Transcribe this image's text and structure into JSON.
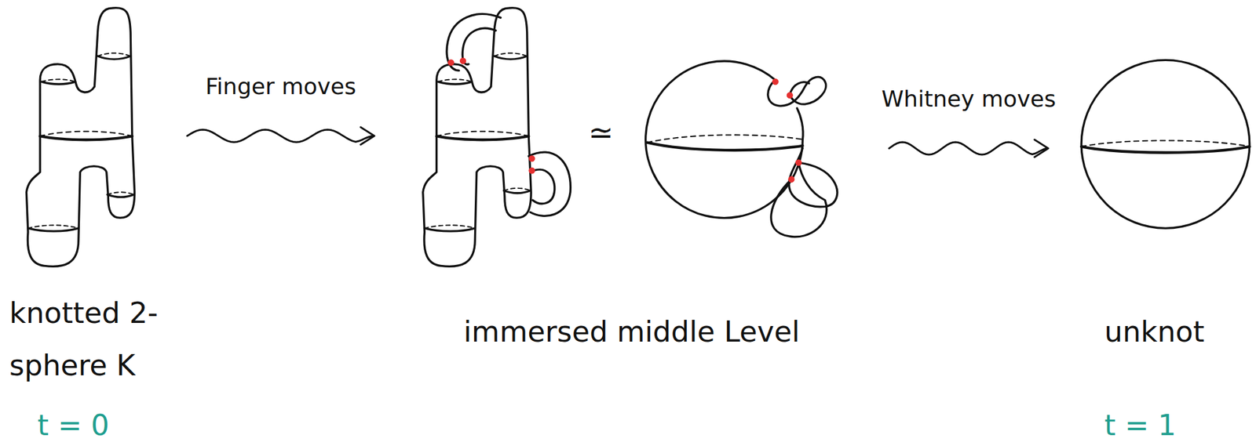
{
  "diagram": {
    "nodes": [
      {
        "text": [
          "knotted 2-sphere K",
          "t = 0"
        ]
      },
      {
        "text": [
          "immersed middle Level"
        ]
      },
      {
        "text": [
          "unknot",
          "t = 1"
        ]
      }
    ],
    "edges": [
      {
        "from": 0,
        "to": 1,
        "arrow": "to",
        "label": "Finger moves"
      },
      {
        "from": 1,
        "to": 2,
        "arrow": "to",
        "label": "Whitney moves"
      }
    ],
    "labels": [
      "≃"
    ]
  }
}
